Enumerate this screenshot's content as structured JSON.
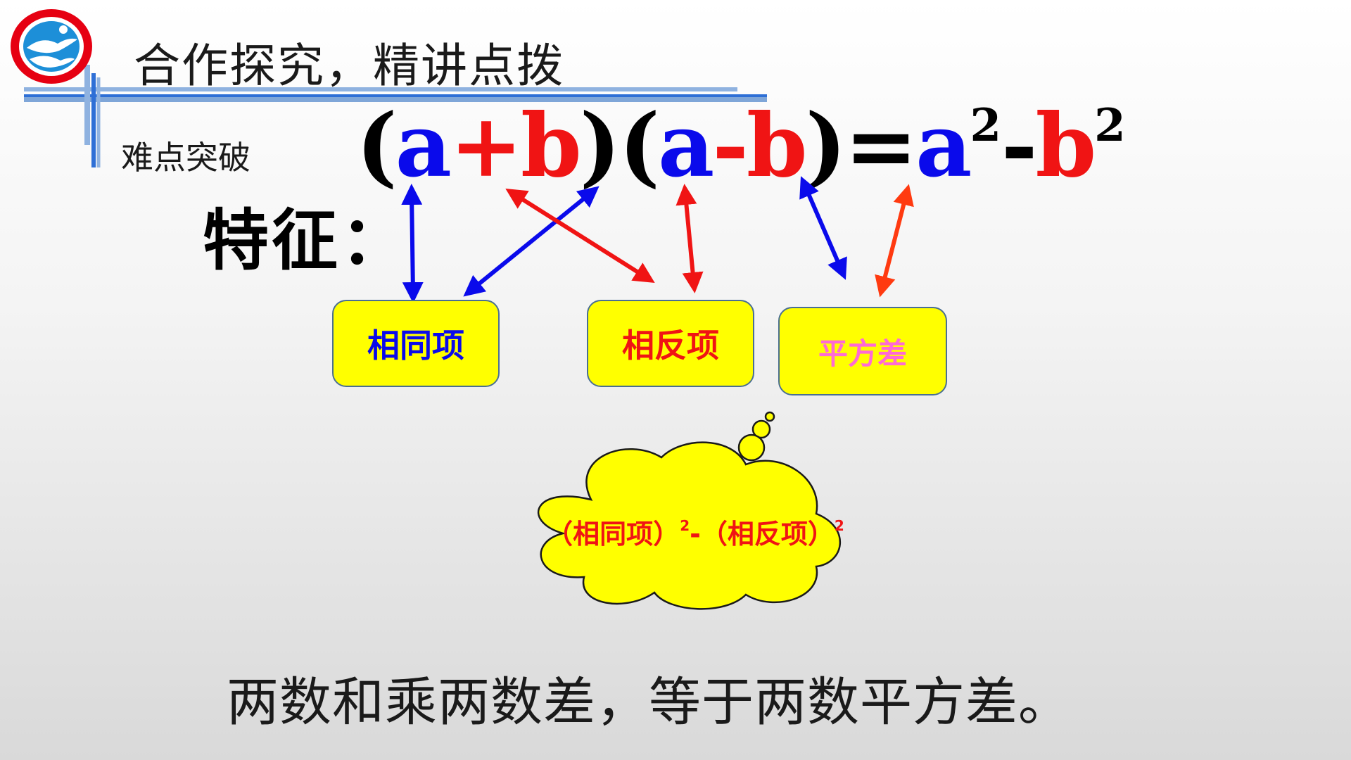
{
  "header": {
    "title": "合作探究，精讲点拨",
    "subtitle": "难点突破"
  },
  "formula": {
    "lp1": "(",
    "a1": "a",
    "plus": "+",
    "b1": "b",
    "rp1": ")",
    "lp2": "(",
    "a2": "a",
    "minus1": "-",
    "b2": "b",
    "rp2": ")",
    "equals": "=",
    "a3": "a",
    "exp1": "2",
    "minus2": "-",
    "b3": "b",
    "exp2": "2"
  },
  "feature_label": "特征：",
  "boxes": {
    "same_terms": "相同项",
    "opposite_terms": "相反项",
    "square_difference": "平方差"
  },
  "cloud": {
    "part1": "（相同项）",
    "exp1": "2",
    "dash": "-",
    "part2": "（相反项）",
    "exp2": "2"
  },
  "conclusion": "两数和乘两数差，等于两数平方差。",
  "colors": {
    "blue": "#0a0aeb",
    "red": "#f01414",
    "orange_red": "#ff3a10",
    "box_fill": "#ffff00",
    "box_border": "#4a6f92",
    "pink": "#ff6ad5",
    "rule_blue": "#2e6fd6"
  }
}
